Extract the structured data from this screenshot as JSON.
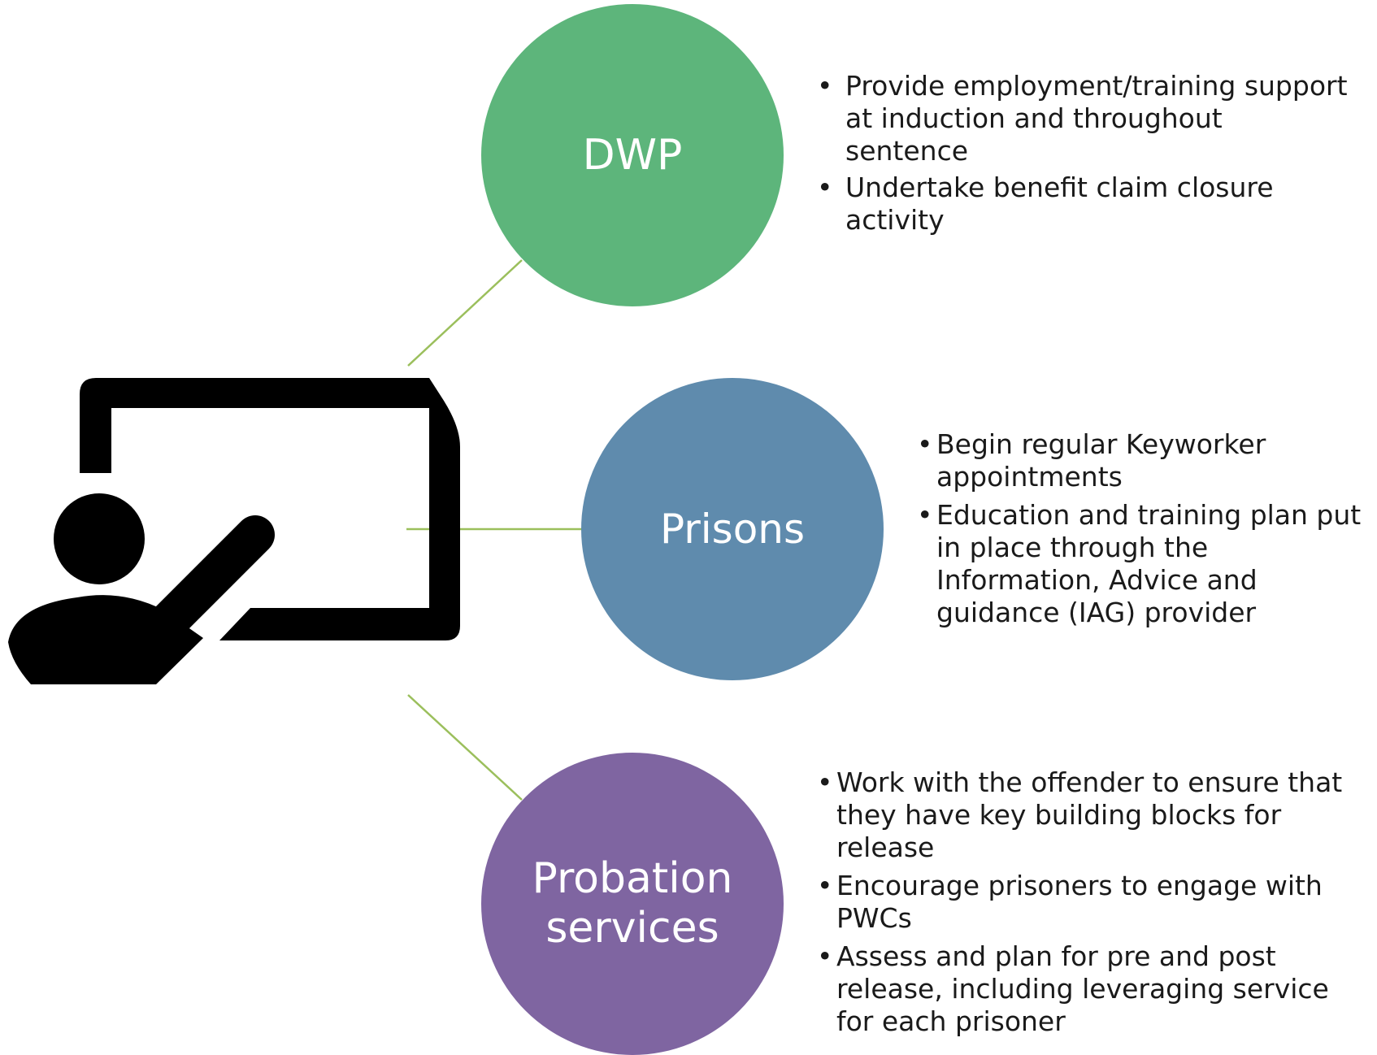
{
  "colors": {
    "dwp": "#5db57b",
    "prisons": "#5f8bad",
    "probation": "#7f65a1",
    "connector": "#9bbf5c",
    "icon": "#000000"
  },
  "icon": {
    "name": "presenter-at-board-icon"
  },
  "nodes": [
    {
      "label": "DWP",
      "bullets": [
        "Provide employment/training support at induction and throughout sentence",
        "Undertake benefit claim closure activity"
      ]
    },
    {
      "label": "Prisons",
      "bullets": [
        "Begin regular Keyworker appointments",
        "Education and training plan put in place through the Information, Advice and guidance (IAG) provider"
      ]
    },
    {
      "label_lines": [
        "Probation",
        "services"
      ],
      "bullets": [
        "Work with the offender to ensure that they have key building blocks for release",
        "Encourage prisoners to engage with PWCs",
        "Assess and plan for pre and post release, including leveraging service for each prisoner"
      ]
    }
  ]
}
